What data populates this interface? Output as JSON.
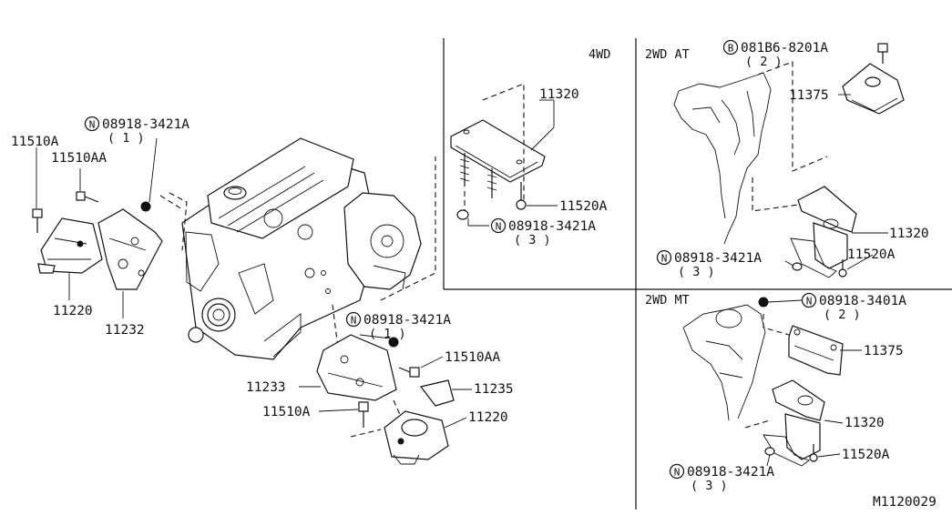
{
  "diagram_code": "M1120029",
  "sections": {
    "four_wd": "4WD",
    "two_wd_at": "2WD AT",
    "two_wd_mt": "2WD MT"
  },
  "icons": {
    "n_marker": "N",
    "b_marker": "B"
  },
  "labels": {
    "main_11510A": "11510A",
    "main_11510AA": "11510AA",
    "main_n_part": "08918-3421A",
    "main_n_qty": "( 1 )",
    "main_11220": "11220",
    "main_11232": "11232",
    "center_n_part": "08918-3421A",
    "center_n_qty": "( 1 )",
    "center_11510AA": "11510AA",
    "center_11233": "11233",
    "center_11235": "11235",
    "center_11510A": "11510A",
    "center_11220": "11220",
    "wd4_11320": "11320",
    "wd4_11520A": "11520A",
    "wd4_n_part": "08918-3421A",
    "wd4_n_qty": "( 3 )",
    "at_b_part": "081B6-8201A",
    "at_b_qty": "( 2 )",
    "at_11375": "11375",
    "at_11320": "11320",
    "at_n_part": "08918-3421A",
    "at_n_qty": "( 3 )",
    "at_11520A": "11520A",
    "mt_n_top_part": "08918-3401A",
    "mt_n_top_qty": "( 2 )",
    "mt_11375": "11375",
    "mt_11320": "11320",
    "mt_11520A": "11520A",
    "mt_n_bot_part": "08918-3421A",
    "mt_n_bot_qty": "( 3 )"
  }
}
